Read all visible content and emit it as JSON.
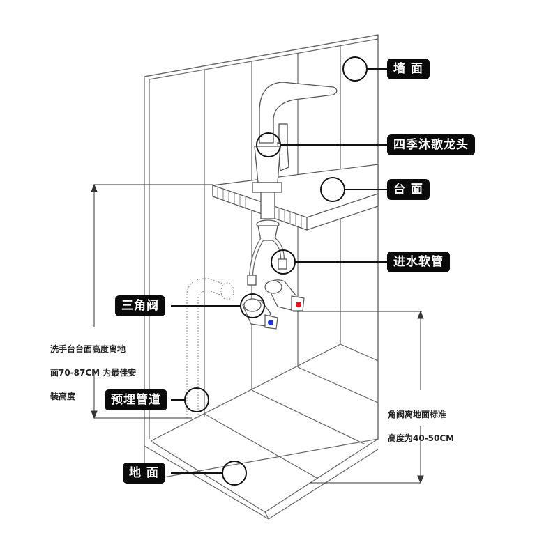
{
  "labels": {
    "wall": "墙 面",
    "faucet": "四季沐歌龙头",
    "countertop": "台 面",
    "inlet_hose": "进水软管",
    "angle_valve": "三角阀",
    "embedded_pipe": "预埋管道",
    "floor": "地 面"
  },
  "notes": {
    "basin_height_line1": "洗手台台面高度离地",
    "basin_height_line2": "面70-87CM 为最佳安",
    "basin_height_line3": "装高度",
    "valve_height_line1": "角阀离地面标准",
    "valve_height_line2": "高度为40-50CM"
  },
  "colors": {
    "line": "#555555",
    "leader": "#111111",
    "tag_bg": "#0a0a0a",
    "tag_text": "#ffffff",
    "hot_marker": "#e0141e",
    "cold_marker": "#1a2fd6"
  }
}
